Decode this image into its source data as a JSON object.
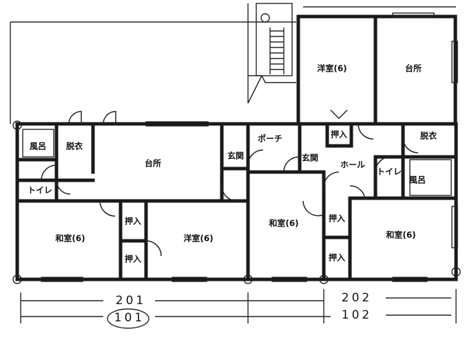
{
  "rooms": {
    "left_bath": "風呂",
    "left_dressing": "脱衣",
    "left_kitchen": "台所",
    "left_toilet": "トイレ",
    "left_entrance": "玄関",
    "left_washitsu": "和室(6)",
    "left_closet_1": "押入",
    "left_closet_2": "押入",
    "left_youshitsu": "洋室(6)",
    "porch": "ポーチ",
    "upper_youshitsu": "洋室(6)",
    "upper_kitchen": "台所",
    "mid_closet": "押入",
    "mid_entrance": "玄関",
    "hall": "ホール",
    "right_toilet": "トイレ",
    "right_dressing": "脱衣",
    "right_bath": "風呂",
    "mid_washitsu": "和室(6)",
    "mid_closet_1": "押入",
    "mid_closet_2": "押入",
    "right_washitsu": "和室(6)"
  },
  "units": {
    "u201": "201",
    "u202": "202",
    "u101": "101",
    "u102": "102"
  }
}
